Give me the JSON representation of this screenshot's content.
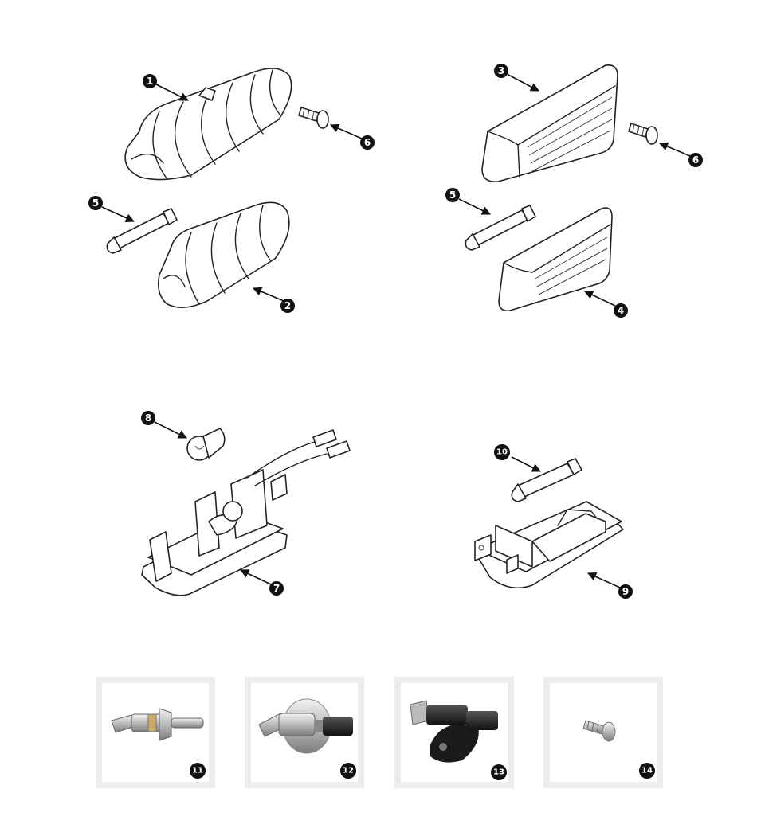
{
  "callouts": {
    "c1": "1",
    "c2": "2",
    "c3": "3",
    "c4": "4",
    "c5a": "5",
    "c5b": "5",
    "c6a": "6",
    "c6b": "6",
    "c7": "7",
    "c8": "8",
    "c9": "9",
    "c10": "10",
    "c11": "11",
    "c12": "12",
    "c13": "13",
    "c14": "14"
  },
  "colors": {
    "callout_fill": "#111111",
    "callout_text": "#ffffff",
    "photo_frame": "#ececec",
    "line": "#222222"
  }
}
